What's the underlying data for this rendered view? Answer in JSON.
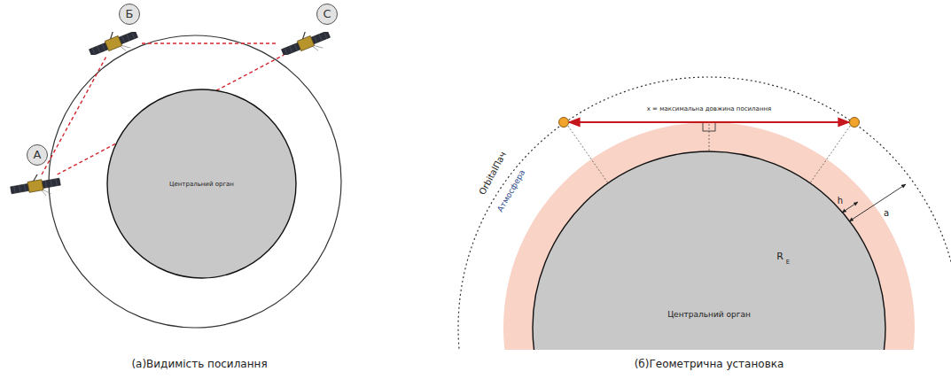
{
  "diagram": {
    "nodes": [
      {
        "text": [
          "Центральний орган"
        ]
      },
      {
        "text": [
          "А"
        ]
      },
      {
        "text": [
          "Б"
        ]
      },
      {
        "text": [
          "С"
        ]
      },
      {
        "text": [
          "Центральний орган"
        ]
      }
    ],
    "edges": [
      {
        "from": 1,
        "to": 2,
        "arrow": "none"
      },
      {
        "from": 1,
        "to": 3,
        "arrow": "none"
      },
      {
        "from": 2,
        "to": 3,
        "arrow": "none"
      }
    ],
    "labels": [
      "x = максимальна довжина посилання",
      "OrbitalПач",
      "Атмосфера",
      "h",
      "a",
      "R",
      "E",
      "(а)Видимість посилання",
      "(б)Геометрична установка"
    ]
  }
}
